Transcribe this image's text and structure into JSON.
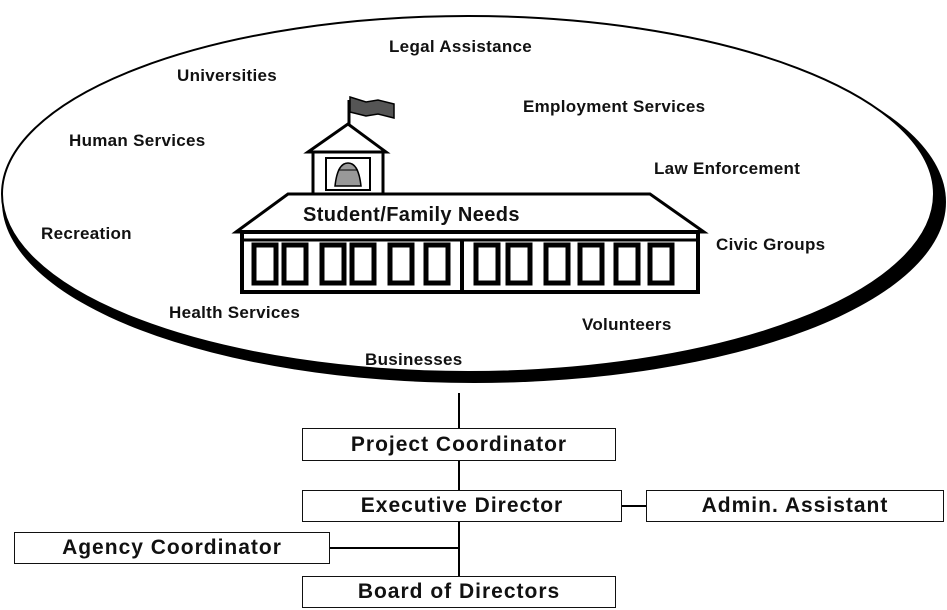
{
  "community": {
    "center_label": "Student/Family Needs",
    "resources": [
      "Legal Assistance",
      "Universities",
      "Employment Services",
      "Human Services",
      "Law Enforcement",
      "Recreation",
      "Civic Groups",
      "Health Services",
      "Volunteers",
      "Businesses"
    ]
  },
  "org_chart": {
    "project_coordinator": "Project Coordinator",
    "executive_director": "Executive Director",
    "admin_assistant": "Admin. Assistant",
    "agency_coordinator": "Agency Coordinator",
    "board_of_directors": "Board of Directors"
  }
}
